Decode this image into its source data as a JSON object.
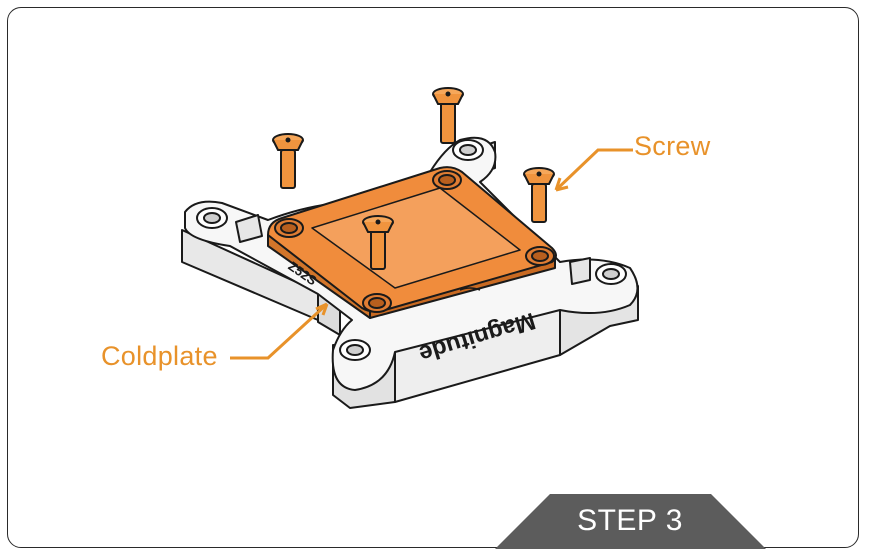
{
  "callouts": {
    "screw": "Screw",
    "coldplate": "Coldplate"
  },
  "engraving": {
    "brand": "Magnitude",
    "code": "Z52S"
  },
  "step": {
    "label": "STEP 3"
  },
  "colors": {
    "accent": "#e8922a",
    "copper": "#f08c3c",
    "screw": "#f0943e",
    "step_tab": "#5c5c5c",
    "outline": "#1a1a1a"
  }
}
